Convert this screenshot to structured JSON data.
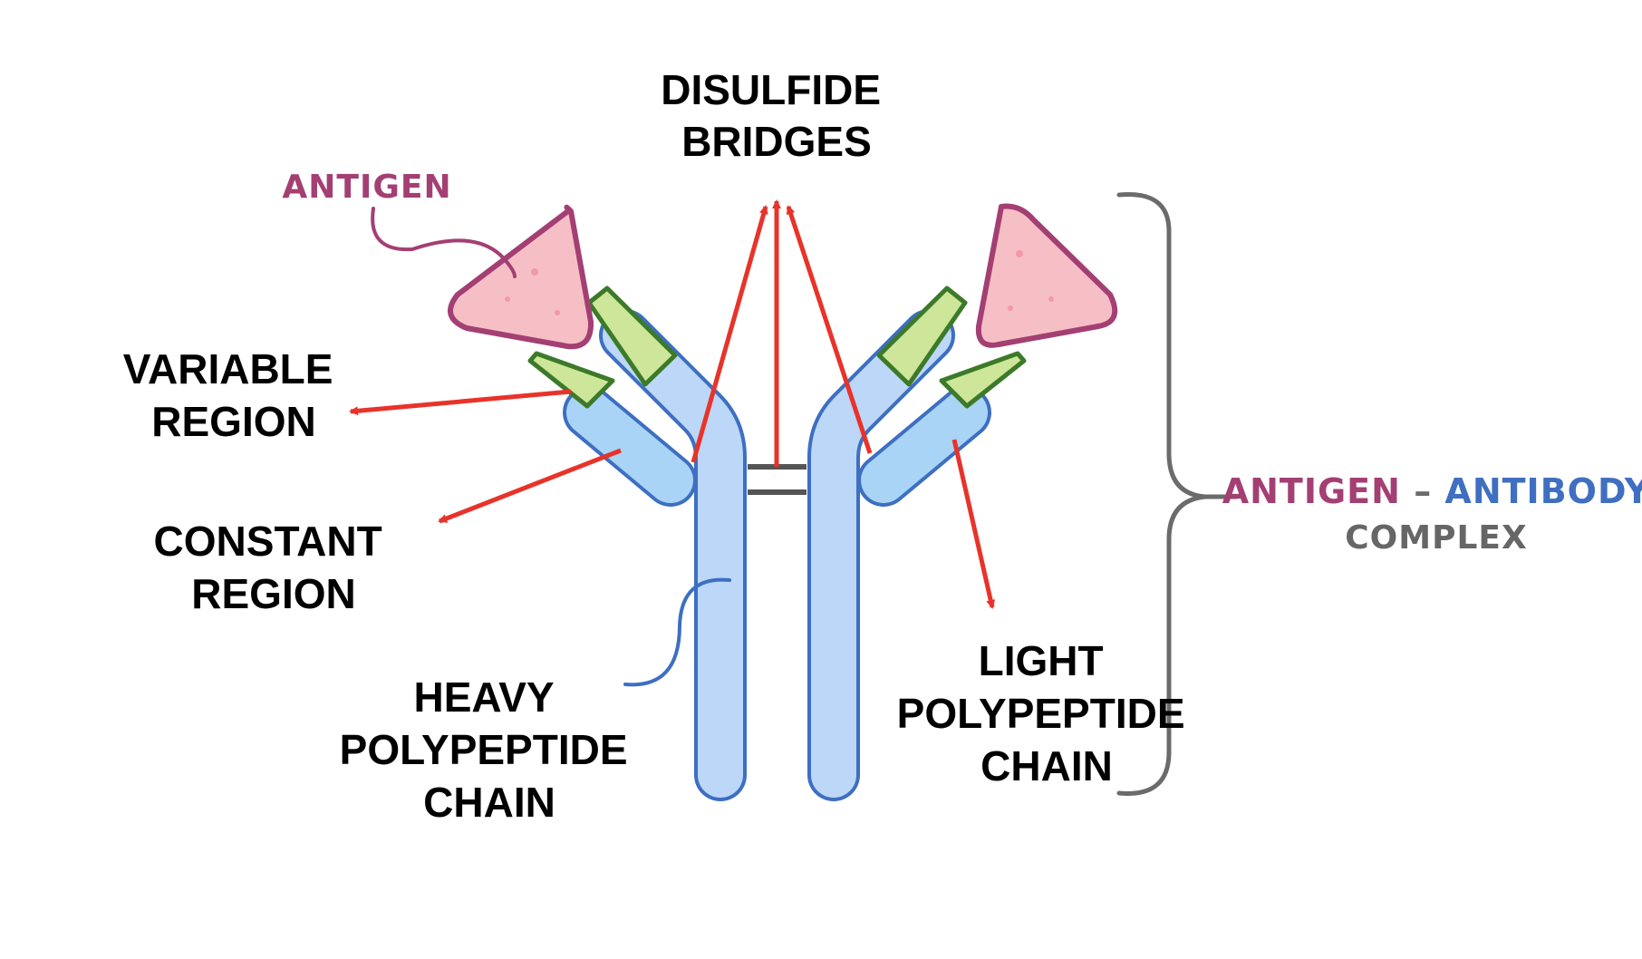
{
  "labels": {
    "disulfide_line1": "DISULFIDE",
    "disulfide_line2": "BRIDGES",
    "antigen": "ANTIGEN",
    "variable_line1": "VARIABLE",
    "variable_line2": "REGION",
    "constant_line1": "CONSTANT",
    "constant_line2": "REGION",
    "heavy_line1": "HEAVY",
    "heavy_line2": "POLYPEPTIDE",
    "heavy_line3": "CHAIN",
    "light_line1": "LIGHT",
    "light_line2": "POLYPEPTIDE",
    "light_line3": "CHAIN",
    "complex_antigen": "ANTIGEN",
    "complex_dash": "–",
    "complex_antibody": "ANTIBODY",
    "complex_word": "COMPLEX"
  },
  "colors": {
    "arrow": "#e8332a",
    "antigen_text": "#a33f73",
    "antibody_text": "#3f6fc0",
    "complex_text": "#666666",
    "chain_fill": "#bcd7f7",
    "chain_stroke": "#3d6fc2",
    "light_fill": "#a9d4f5",
    "variable_fill": "#cde69a",
    "variable_stroke": "#3c7a2a",
    "antigen_fill": "#f6bfc5",
    "antigen_stroke": "#a33f73",
    "bridge": "#555555",
    "brace": "#6b6b6b"
  }
}
